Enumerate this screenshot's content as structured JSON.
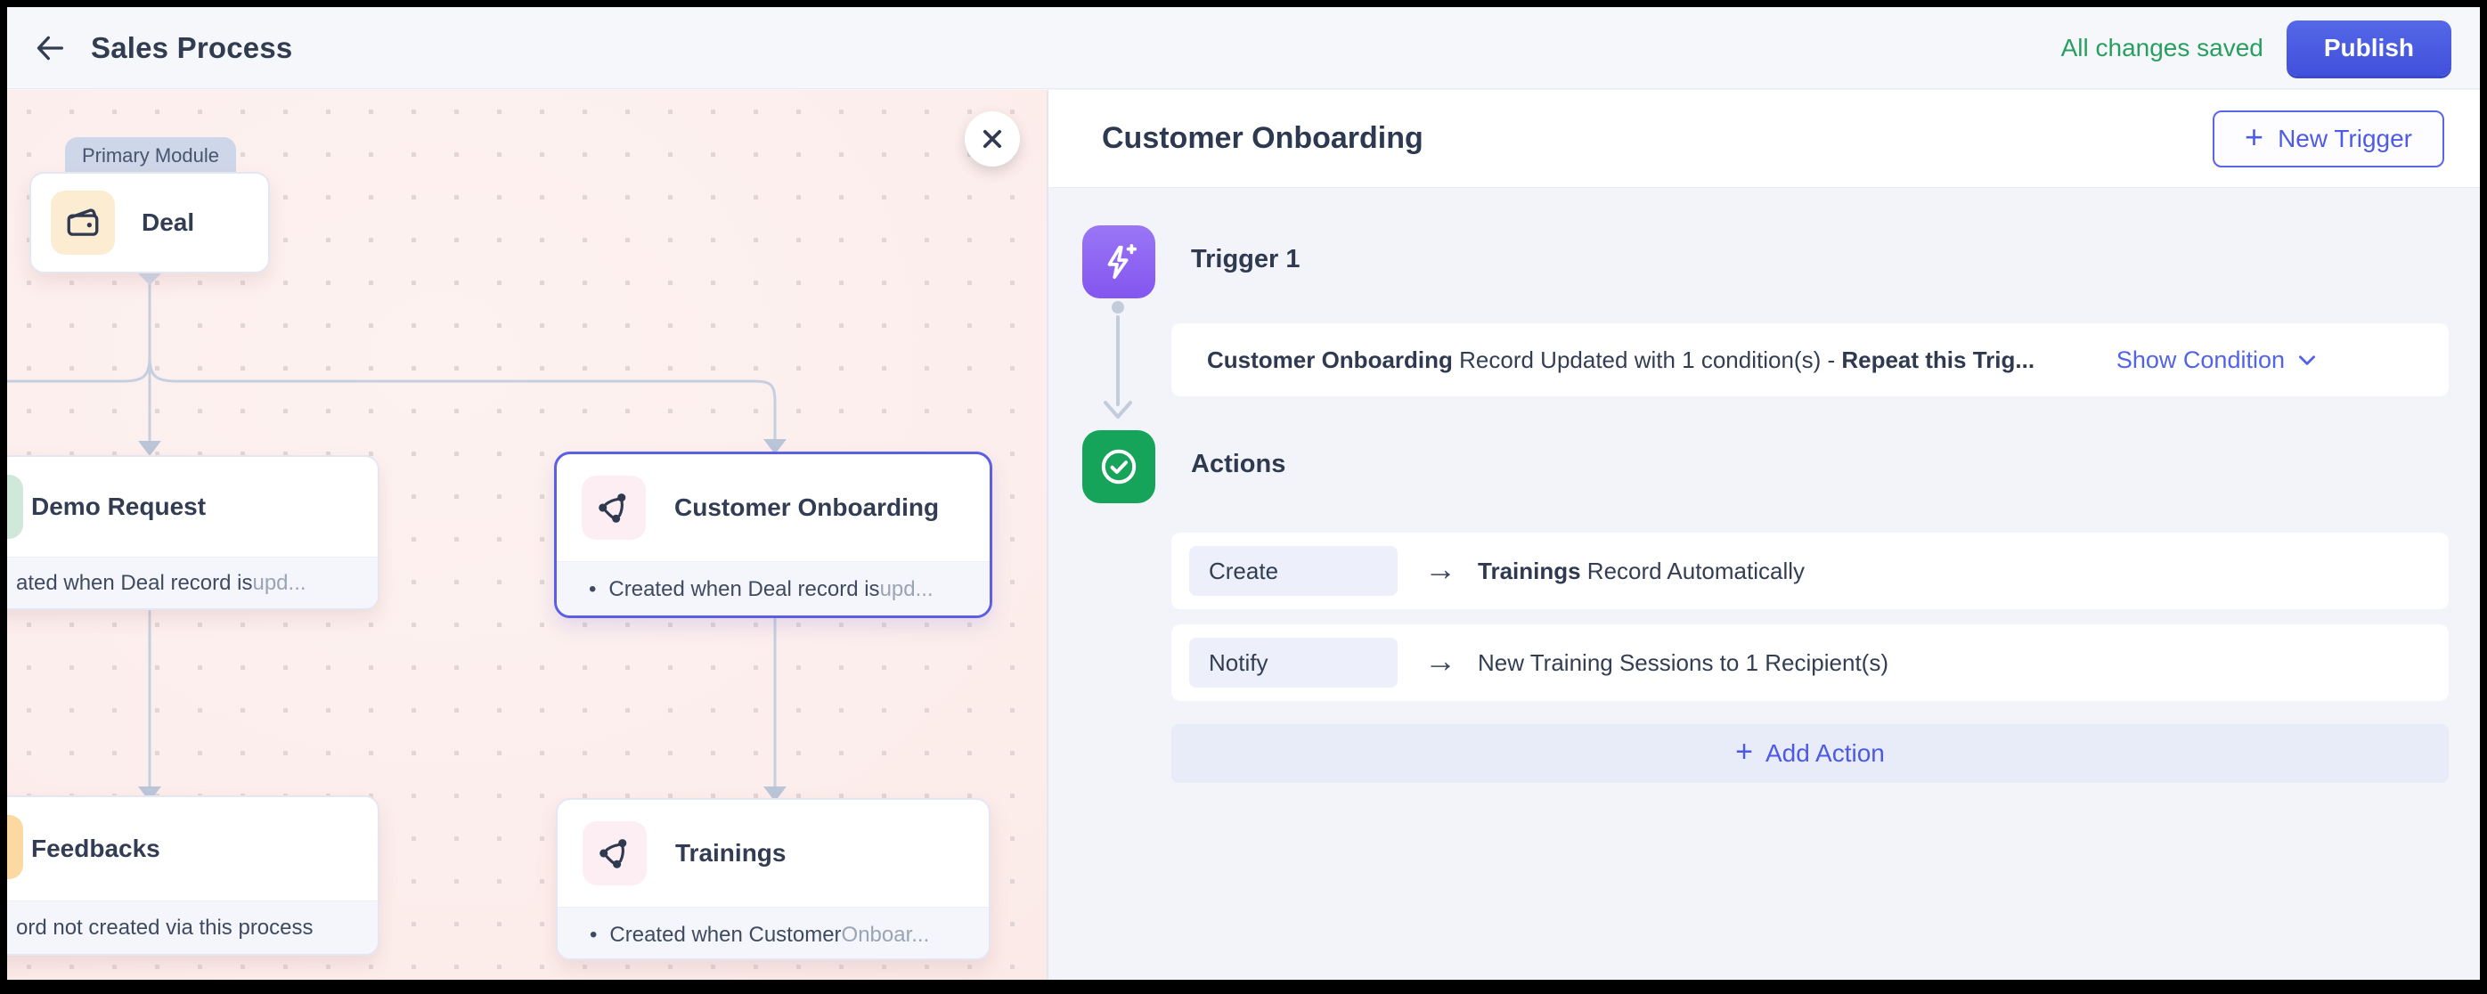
{
  "topbar": {
    "title": "Sales Process",
    "status": "All changes saved",
    "publish_label": "Publish"
  },
  "canvas": {
    "primary_module_badge": "Primary Module",
    "nodes": {
      "deal": {
        "title": "Deal"
      },
      "demo_request": {
        "title": "Demo Request",
        "desc_main": "ated when Deal record is ",
        "desc_fade": "upd..."
      },
      "customer_onboarding": {
        "bullet": "•",
        "title": "Customer Onboarding",
        "desc_main": "Created when Deal record is ",
        "desc_fade": "upd..."
      },
      "feedbacks": {
        "title": "Feedbacks",
        "desc_main": "ord not created via this process",
        "desc_fade": ""
      },
      "trainings": {
        "bullet": "•",
        "title": "Trainings",
        "desc_main": "Created when Customer ",
        "desc_fade": "Onboar..."
      }
    }
  },
  "panel": {
    "title": "Customer Onboarding",
    "new_trigger": {
      "plus": "+",
      "label": "New Trigger"
    },
    "trigger": {
      "label": "Trigger 1",
      "module_bold": "Customer Onboarding",
      "event_text": " Record Updated with 1 condition(s) - ",
      "repeat_bold": "Repeat this Trig...",
      "show_condition": "Show Condition"
    },
    "actions": {
      "label": "Actions",
      "rows": [
        {
          "pill": "Create",
          "arrow": "→",
          "bold": "Trainings",
          "text": " Record Automatically"
        },
        {
          "pill": "Notify",
          "arrow": "→",
          "bold": "",
          "text": "New Training Sessions to 1 Recipient(s)"
        }
      ],
      "add": {
        "plus": "+",
        "label": "Add Action"
      }
    }
  },
  "colors": {
    "accent": "#5661e8",
    "publish": "#4656de",
    "success_text": "#27a05f",
    "trigger_icon_bg": "#8b5ff2",
    "actions_icon_bg": "#16a35a",
    "canvas_bg": "#fcedeb",
    "selected_border": "#5a5fe6"
  }
}
